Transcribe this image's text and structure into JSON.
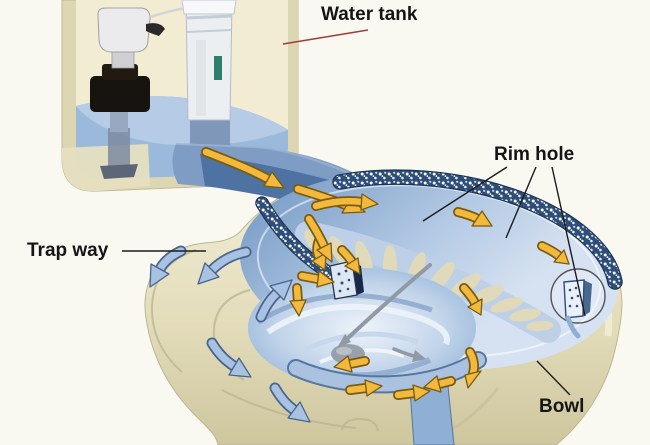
{
  "figure": {
    "type": "toilet-flush-cutaway-diagram",
    "background": "#faf9f1",
    "labels": {
      "water_tank": "Water tank",
      "rim_hole": "Rim hole",
      "trap_way": "Trap way",
      "bowl": "Bowl"
    },
    "colors": {
      "porcelain": "#e8e2c4",
      "porcelain_shadow": "#cfc8a0",
      "tank_water": "#9bbadb",
      "channel_water": "#4e72a1",
      "bowl_water": "#cddded",
      "rim_channel": "#2e4d78",
      "flow_arrow": "#f2b93c",
      "trap_arrow": "#a8c2e2",
      "label_text": "#151515",
      "water_tank_leader_line": "#a33b3b",
      "leader_line": "#1c1c1c"
    },
    "icons": {
      "flow_arrow": "curved-yellow-arrow",
      "trap_flow_arrow": "curved-blue-arrow",
      "swirl_arrow": "gray-arrow",
      "rim_hole_detail": "magnifier-circle"
    }
  }
}
